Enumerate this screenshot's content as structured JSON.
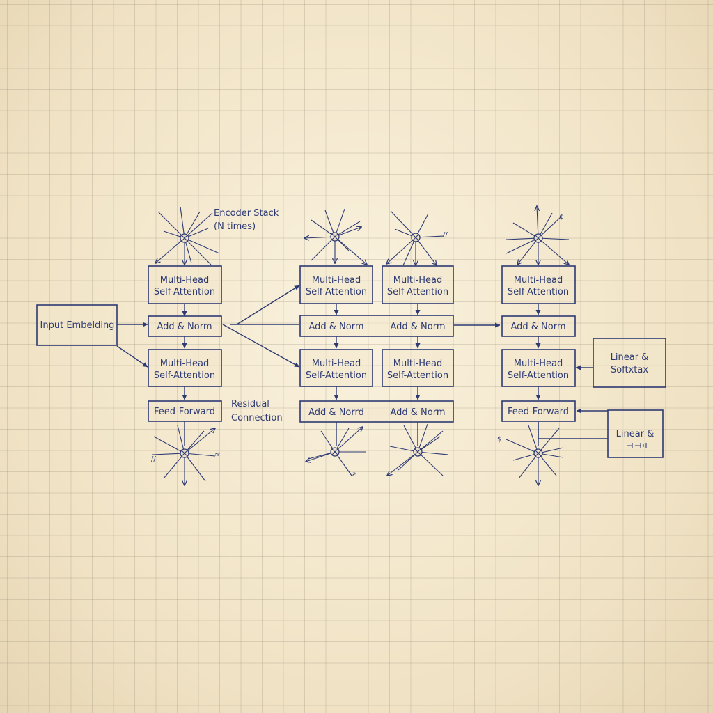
{
  "labels": {
    "input_embedding": "Input Embelding",
    "encoder_stack_line1": "Encoder Stack",
    "encoder_stack_line2": "(N times)",
    "residual_line1": "Residual",
    "residual_line2": "Connection",
    "multi_head_line1": "Multi-Head",
    "multi_head_line2": "Self-Attention",
    "add_norm": "Add & Norm",
    "add_norrd": "Add & Norrd",
    "feed_forward": "Feed-Forward",
    "linear_softmax_line1": "Linear &",
    "linear_softmax_line2": "Softxtax",
    "linear_line1": "Linear &"
  },
  "colors": {
    "ink": "#2d3a73",
    "paper": "#f3e7cc"
  },
  "icons": [
    "starburst-node-icon"
  ]
}
